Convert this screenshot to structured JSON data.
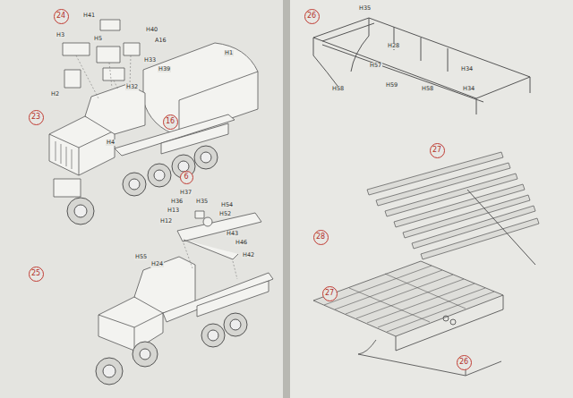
{
  "diagram": {
    "nodes": [
      {
        "text": [
          "24"
        ]
      },
      {
        "text": [
          "23"
        ]
      },
      {
        "text": [
          "16"
        ]
      },
      {
        "text": [
          "6"
        ]
      },
      {
        "text": [
          "25"
        ]
      },
      {
        "text": [
          "26"
        ]
      },
      {
        "text": [
          "27"
        ]
      },
      {
        "text": [
          "28"
        ]
      },
      {
        "text": [
          "27"
        ]
      },
      {
        "text": [
          "26"
        ]
      }
    ],
    "labels": [
      "H3",
      "H41",
      "H40",
      "A16",
      "H5",
      "H33",
      "H39",
      "H32",
      "H2",
      "H1",
      "H4",
      "H37",
      "H36",
      "H13",
      "H35",
      "H12",
      "H52",
      "H54",
      "H43",
      "H46",
      "H42",
      "H55",
      "H24",
      "H35",
      "H28",
      "H57",
      "H34",
      "H34",
      "H58",
      "H59",
      "H58"
    ]
  }
}
